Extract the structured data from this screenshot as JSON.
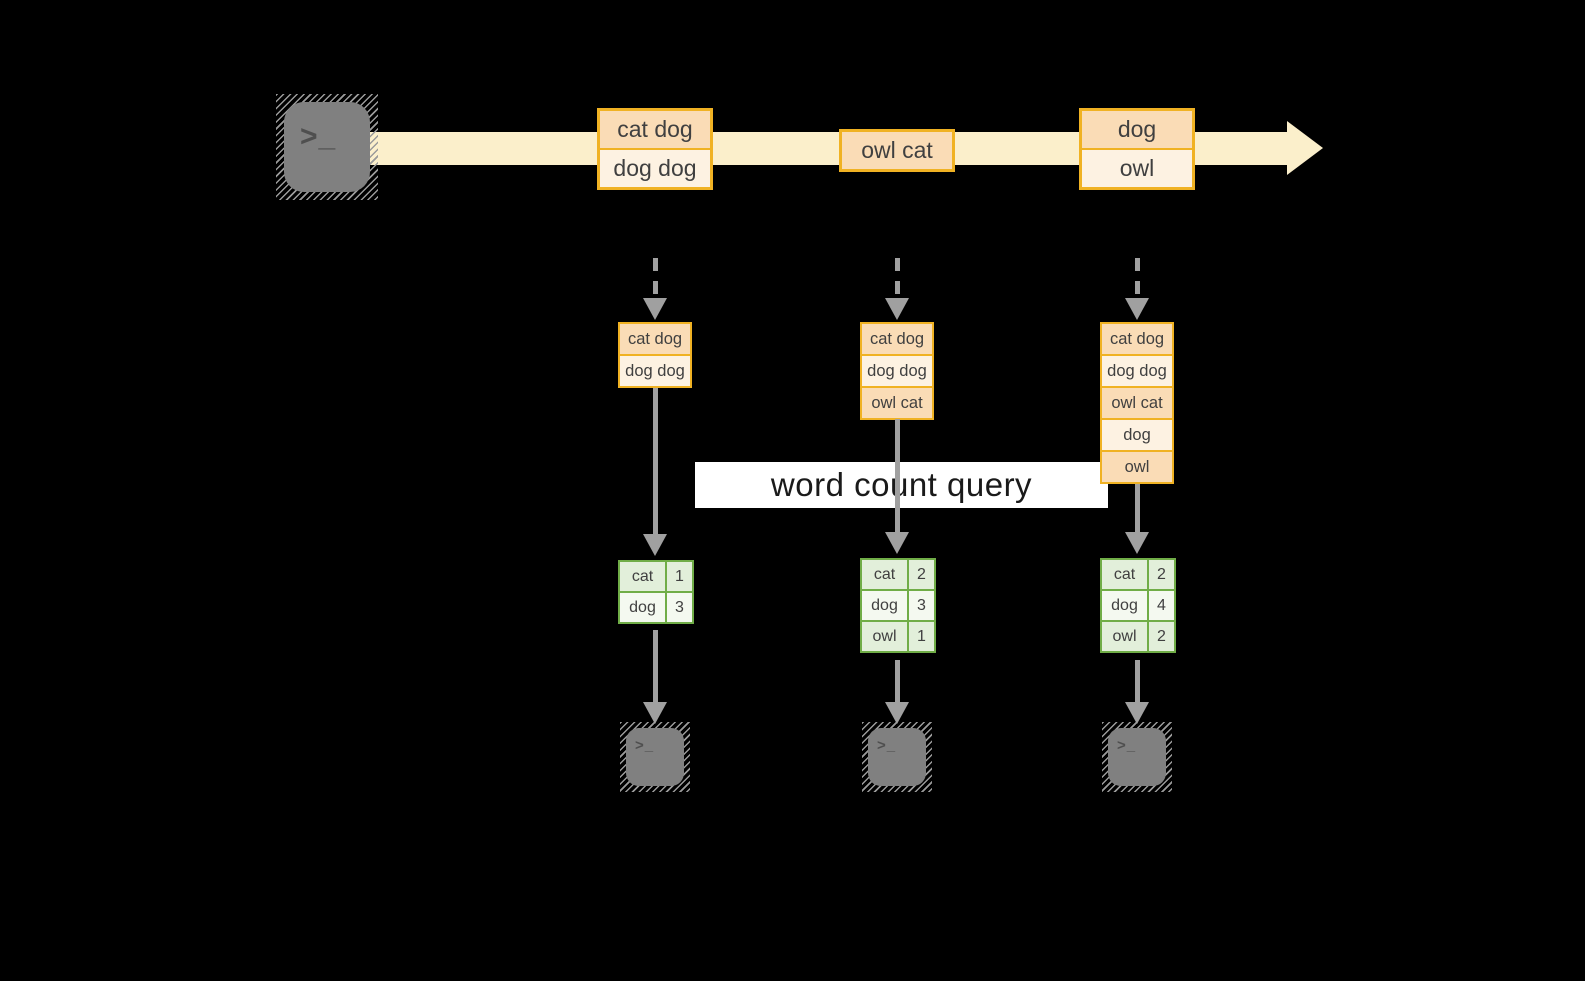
{
  "palette": {
    "background": "#000000",
    "stream_fill": "#FBEFCB",
    "orange_border": "#F0B223",
    "batch_row_dark": "#FADCB6",
    "batch_row_light": "#FDF2E2",
    "green_border": "#70AD47",
    "green_row_a": "#E2EFDA",
    "green_row_b": "#F4F9F0",
    "arrow_gray": "#A0A0A0",
    "terminal_gray": "#808080",
    "glyph_gray": "#4F4F4F",
    "text_dark": "#404040",
    "banner_bg": "#FFFFFF",
    "banner_text": "#1A1A1A"
  },
  "source_terminal": {
    "glyph": ">_"
  },
  "stream_batches": [
    {
      "rows": [
        "cat dog",
        "dog dog"
      ]
    },
    {
      "rows": [
        "owl cat"
      ]
    },
    {
      "rows": [
        "dog",
        "owl"
      ]
    }
  ],
  "query_banner": {
    "label": "word count query"
  },
  "columns": [
    {
      "state_rows": [
        "cat dog",
        "dog dog"
      ],
      "result_rows": [
        {
          "word": "cat",
          "count": "1"
        },
        {
          "word": "dog",
          "count": "3"
        }
      ],
      "terminal_glyph": ">_"
    },
    {
      "state_rows": [
        "cat dog",
        "dog dog",
        "owl cat"
      ],
      "result_rows": [
        {
          "word": "cat",
          "count": "2"
        },
        {
          "word": "dog",
          "count": "3"
        },
        {
          "word": "owl",
          "count": "1"
        }
      ],
      "terminal_glyph": ">_"
    },
    {
      "state_rows": [
        "cat dog",
        "dog dog",
        "owl cat",
        "dog",
        "owl"
      ],
      "result_rows": [
        {
          "word": "cat",
          "count": "2"
        },
        {
          "word": "dog",
          "count": "4"
        },
        {
          "word": "owl",
          "count": "2"
        }
      ],
      "terminal_glyph": ">_"
    }
  ]
}
